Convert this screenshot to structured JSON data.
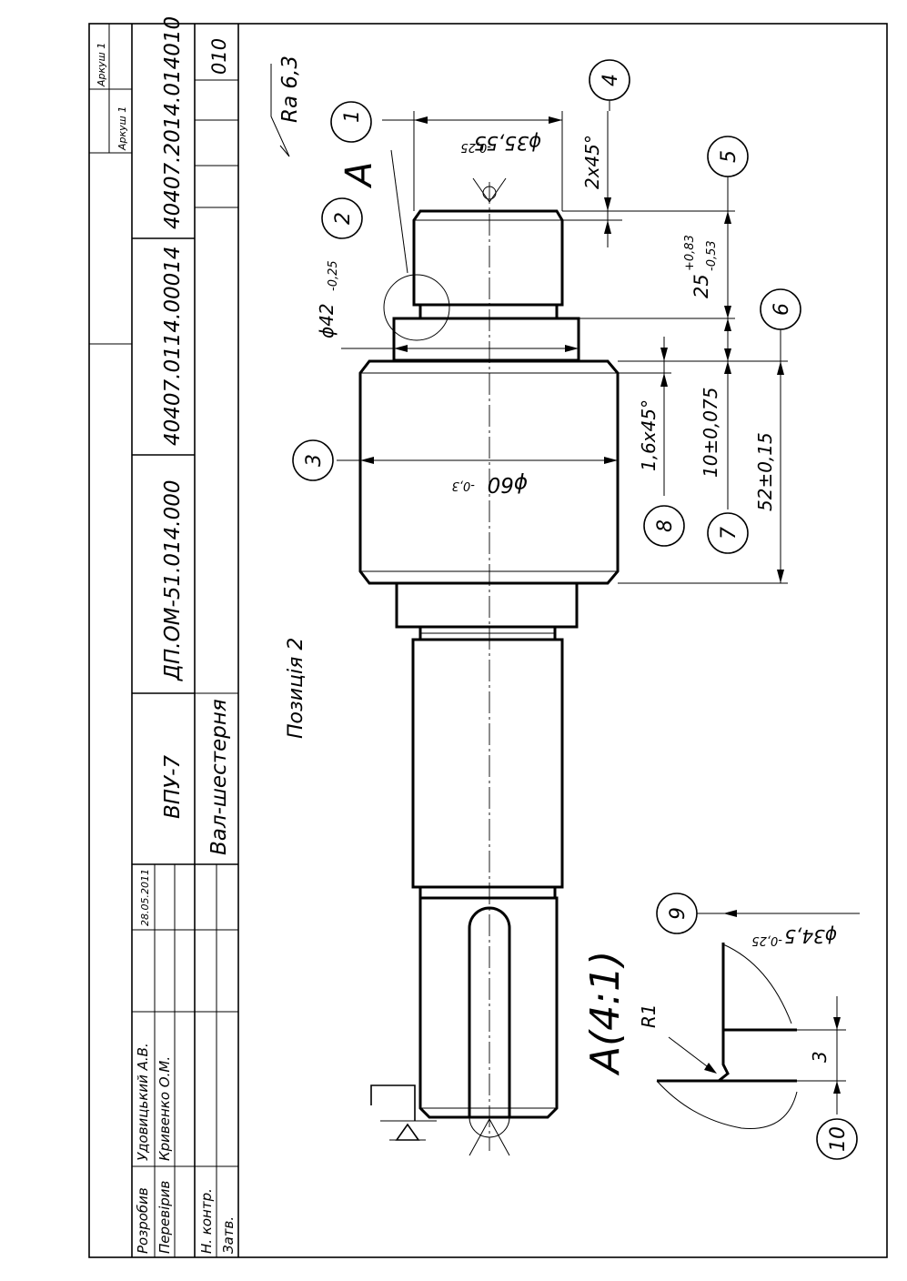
{
  "sheet": {
    "column_labels": {
      "sheet_label_1": "Аркуш 1",
      "sheet_label_2": "Аркуш 1",
      "doc_1": "40407.2014.014010",
      "doc_1_op": "010",
      "doc_2": "40407.0114.00014",
      "doc_3": "ДП.ОМ-51.014.000",
      "org": "ВПУ-7",
      "part_name": "Вал-шестерня",
      "date": "28.05.2011"
    },
    "signatures": {
      "role_developed": "Розробив",
      "role_checked": "Перевірив",
      "role_norm": "Н. контр.",
      "role_approved": "Затв.",
      "name_developed": "Удовицький А.В.",
      "name_checked": "Кривенко О.М."
    }
  },
  "drawing": {
    "position_label": "Позиція 2",
    "roughness": "Ra 6,3",
    "detail_letter": "A",
    "detail_view_label": "A(4:1)",
    "dimensions": {
      "d35": "ϕ35,55",
      "d35_tol": "-0,25",
      "chamfer_2x45": "2x45°",
      "d42": "ϕ42",
      "d42_tol": "-0,25",
      "len25": "25",
      "len25_tol_up": "+0,83",
      "len25_tol_low": "-0,53",
      "d60": "ϕ60",
      "d60_tol": "-0,3",
      "chamfer_16": "1,6x45°",
      "len10": "10±0,075",
      "len52": "52±0,15",
      "d34": "ϕ34,5",
      "d34_tol": "-0,25",
      "r1": "R1",
      "dim3": "3"
    },
    "balloons": [
      "1",
      "2",
      "3",
      "4",
      "5",
      "6",
      "7",
      "8",
      "9",
      "10"
    ]
  }
}
